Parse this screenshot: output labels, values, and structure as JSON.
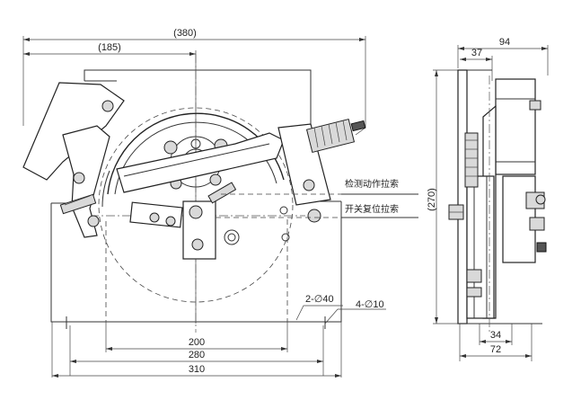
{
  "dimensions": {
    "overall_width": "(380)",
    "left_offset": "(185)",
    "side_total_width": "94",
    "side_offset": "37",
    "height": "(270)",
    "hole_spacing_inner": "200",
    "hole_spacing_mid": "280",
    "base_width": "310",
    "holes_large": "2-∅40",
    "holes_small": "4-∅10",
    "side_sheave_width": "34",
    "side_base_width": "72"
  },
  "annotations": {
    "detect_cable": "检测动作拉索",
    "reset_cable": "开关复位拉索"
  }
}
